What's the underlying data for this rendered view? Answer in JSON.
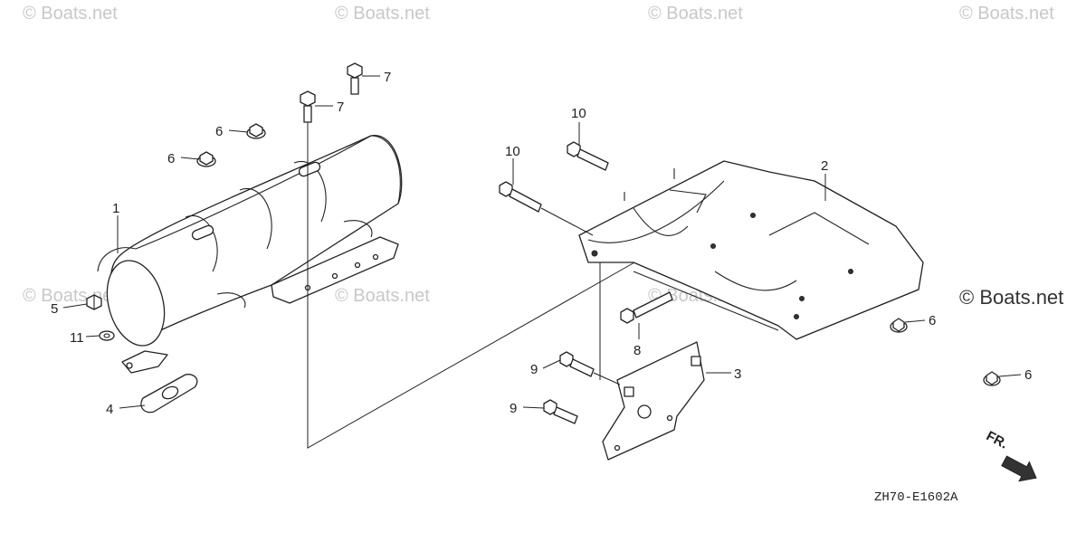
{
  "watermarks": [
    "© Boats.net",
    "© Boats.net",
    "© Boats.net",
    "© Boats.net",
    "© Boats.net",
    "© Boats.net",
    "© Boats.net",
    "© Boats.net"
  ],
  "callouts": {
    "c1": "1",
    "c2": "2",
    "c3": "3",
    "c4": "4",
    "c5": "5",
    "c6a": "6",
    "c6b": "6",
    "c6c": "6",
    "c6d": "6",
    "c7a": "7",
    "c7b": "7",
    "c8": "8",
    "c9a": "9",
    "c9b": "9",
    "c10a": "10",
    "c10b": "10",
    "c11": "11"
  },
  "diagram_code": "ZH70-E1602A",
  "front_marker": "FR."
}
